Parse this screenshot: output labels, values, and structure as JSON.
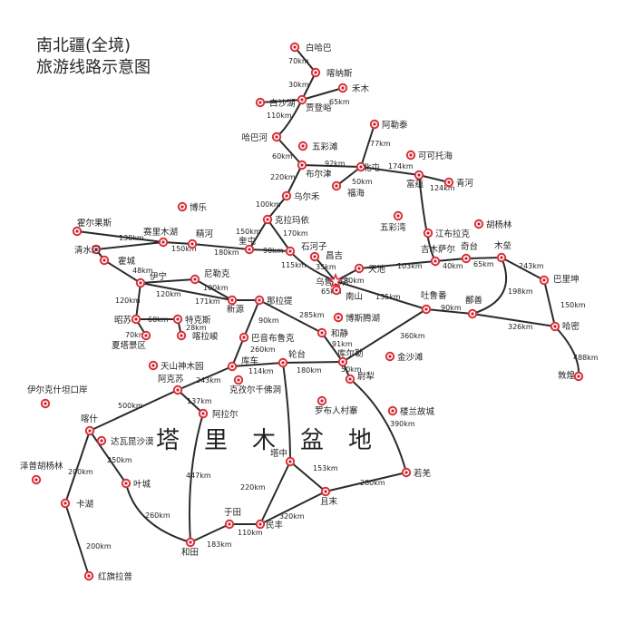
{
  "title_line1": "南北疆(全境)",
  "title_line2": "旅游线路示意图",
  "basin_label": "塔里木盆地",
  "colors": {
    "route": "#2b2b2b",
    "node_outer": "#d8303a",
    "node_inner": "#ffffff",
    "node_dot": "#c8202a"
  },
  "places": {
    "baihaba": "白哈巴",
    "kanas": "喀纳斯",
    "hemu": "禾木",
    "baishahu": "白沙湖",
    "jiadengyu": "贾登峪",
    "habahe": "哈巴河",
    "wucaitan": "五彩滩",
    "burqin": "布尔津",
    "aletai": "阿勒泰",
    "keketuohai": "可可托海",
    "beitun": "北屯",
    "fuyun": "富蕴",
    "fuhai": "福海",
    "qinghe": "青河",
    "wuerhe": "乌尔禾",
    "bole": "博乐",
    "wucaiwan": "五彩湾",
    "jiangbulake": "江布拉克",
    "huyanglin": "胡杨林",
    "karamay": "克拉玛依",
    "horgos": "霍尔果斯",
    "sayram": "赛里木湖",
    "jinghe": "精河",
    "kuitun": "奎屯",
    "shihezi": "石河子",
    "changji": "昌吉",
    "tianchi": "天池",
    "jimsar": "吉木萨尔",
    "qitai": "奇台",
    "mulei": "木垒",
    "balikun": "巴里坤",
    "qingshuihe": "清水河",
    "huocheng": "霍城",
    "yining": "伊宁",
    "nileke": "尼勒克",
    "urumqi": "乌鲁木齐",
    "nanshan": "南山",
    "turpan": "吐鲁番",
    "shanshan": "鄯善",
    "hami": "哈密",
    "dunhuang": "敦煌",
    "xinyuan": "新源",
    "nalati": "那拉提",
    "zhaosu": "昭苏",
    "tekesi": "特克斯",
    "kalajun": "喀拉峻",
    "xiataqu": "夏塔景区",
    "bayinbuluke": "巴音布鲁克",
    "hejing": "和静",
    "bosten": "博斯腾湖",
    "korla": "库尔勒",
    "tianshan": "天山神木园",
    "kuche": "库车",
    "luntai": "轮台",
    "yuli": "尉犁",
    "jinshatan": "金沙滩",
    "irkeshtam": "伊尔克什坦口岸",
    "aksu": "阿克苏",
    "kizil": "克孜尔千佛洞",
    "alar": "阿拉尔",
    "luobu": "罗布人村寨",
    "loulan": "楼兰故城",
    "kashi": "喀什",
    "dawakun": "达瓦昆沙漠",
    "yecheng": "叶城",
    "zepu": "泽普胡杨林",
    "tazhong": "塔中",
    "qiemo": "且末",
    "ruoqiang": "若羌",
    "kaihu": "卡湖",
    "hotan": "和田",
    "yutian": "于田",
    "minfeng": "民丰",
    "hongqilafu": "红旗拉普"
  },
  "distances": {
    "baihaba_kanas": "70km",
    "kanas_jiadengyu": "30km",
    "jiadengyu_hemu": "65km",
    "jiadengyu_habahe": "110km",
    "habahe_burqin": "60km",
    "burqin_beitun": "92km",
    "beitun_aletai": "77km",
    "beitun_fuhai": "50km",
    "beitun_fuyun": "174km",
    "fuyun_qinghe": "124km",
    "burqin_wuerhe": "220km",
    "wuerhe_karamay": "100km",
    "karamay_kuitun": "150km",
    "karamay_shihezi": "170km",
    "sayram_jinghe": "150km",
    "jinghe_kuitun": "180km",
    "kuitun_shihezi": "90km",
    "shihezi_urumqi": "115km",
    "changji_urumqi": "35km",
    "horgos_sayram": "130km",
    "urumqi_tianchi": "120km",
    "fuyun_jimsar": "103km",
    "jimsar_qitai": "40km",
    "qitai_mulei": "65km",
    "mulei_balikun": "243km",
    "balikun_hami": "150km",
    "mulei_shanshan": "198km",
    "hami_dunhuang": "488km",
    "urumqi_nanshan": "65km",
    "urumqi_turpan": "135km",
    "turpan_shanshan": "90km",
    "shanshan_hami": "326km",
    "huocheng_yining": "48km",
    "yining_nileke": "100km",
    "yining_xinyuan": "120km",
    "nileke_xinyuan": "171km",
    "yining_zhaosu": "120km",
    "zhaosu_tekesi": "60km",
    "tekesi_kalajun": "28km",
    "zhaosu_xiataqu": "70km",
    "nalati_bayinbuluke": "90km",
    "nalati_hejing": "285km",
    "bayinbuluke_kuche": "260km",
    "hejing_korla": "91km",
    "korla_turpan": "360km",
    "kuche_luntai": "114km",
    "luntai_korla": "180km",
    "korla_yuli": "50km",
    "kuche_aksu": "243km",
    "aksu_alar": "137km",
    "aksu_kashi": "500km",
    "kashi_yecheng": "250km",
    "yecheng_hotan": "260km",
    "kashi_kaihu": "200km",
    "kaihu_hongqilafu": "200km",
    "alar_hotan": "447km",
    "tazhong_qiemo": "153km",
    "tazhong_minfeng": "220km",
    "qiemo_minfeng": "320km",
    "qiemo_ruoqiang": "280km",
    "ruoqiang_yuli": "390km",
    "hotan_yutian": "183km",
    "yutian_minfeng": "110km"
  }
}
